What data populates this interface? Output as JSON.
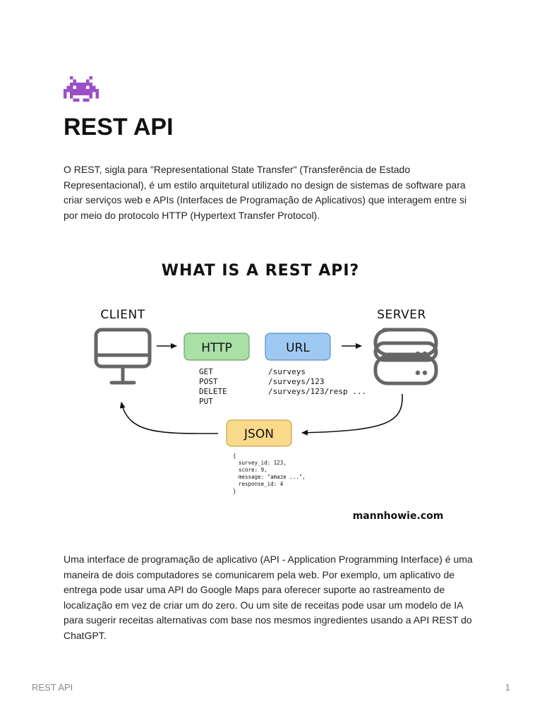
{
  "document": {
    "icon": "space-invader-icon",
    "title": "REST API",
    "intro": "O REST, sigla para \"Representational State Transfer\" (Transferência de Estado Representacional), é um estilo arquitetural utilizado no design de sistemas de software para criar serviços web e APIs (Interfaces de Programação de Aplicativos) que interagem entre si por meio do protocolo HTTP (Hypertext Transfer Protocol).",
    "body": "Uma interface de programação de aplicativo (API - Application Programming Interface) é uma maneira de dois computadores se comunicarem pela web. Por exemplo, um aplicativo de entrega pode usar uma API do Google Maps para oferecer suporte ao rastreamento de localização em vez de criar um do zero. Ou um site de receitas pode usar um modelo de IA para sugerir receitas alternativas com base nos mesmos ingredientes usando a API REST do ChatGPT."
  },
  "diagram": {
    "title": "WHAT IS A REST API?",
    "client_label": "CLIENT",
    "server_label": "SERVER",
    "http_label": "HTTP",
    "url_label": "URL",
    "json_label": "JSON",
    "methods": [
      "GET",
      "POST",
      "DELETE",
      "PUT"
    ],
    "urls": [
      "/surveys",
      "/surveys/123",
      "/surveys/123/resp ..."
    ],
    "json_lines": [
      "{",
      "survey_id: 123,",
      "score: 9,",
      "message: \"amaze ...\",",
      "response_id: 4",
      "}"
    ],
    "credit": "mannhowie.com",
    "colors": {
      "http_box": "#a8e0a6",
      "url_box": "#9ec9f2",
      "json_box": "#f9d98a",
      "device_stroke": "#666666"
    }
  },
  "footer": {
    "title": "REST API",
    "page_number": "1"
  }
}
